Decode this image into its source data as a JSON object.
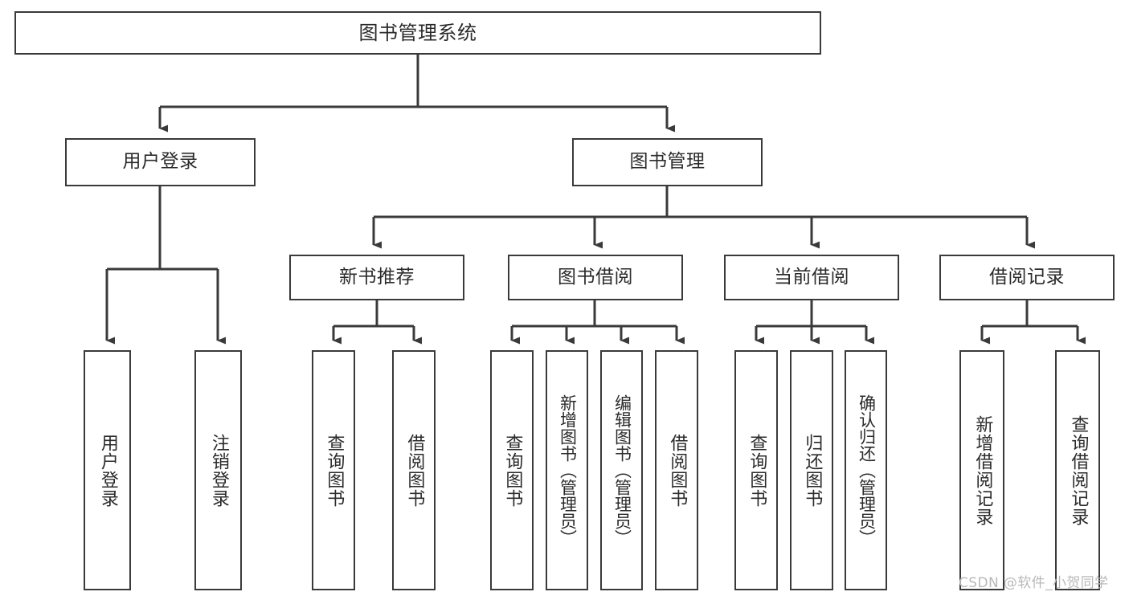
{
  "diagram": {
    "title": "图书管理系统",
    "type": "tree-hierarchy-chart",
    "watermark": "CSDN @软件_小贺同学",
    "stroke_color": "#3a3a3a",
    "text_color": "#2b2b2b",
    "background_color": "#ffffff",
    "root": {
      "label": "图书管理系统"
    },
    "level2": [
      {
        "label": "用户登录"
      },
      {
        "label": "图书管理"
      }
    ],
    "level3": [
      {
        "label": "新书推荐"
      },
      {
        "label": "图书借阅"
      },
      {
        "label": "当前借阅"
      },
      {
        "label": "借阅记录"
      }
    ],
    "leaves_user_login": [
      {
        "label": "用户登录"
      },
      {
        "label": "注销登录"
      }
    ],
    "leaves_new_book": [
      {
        "label": "查询图书"
      },
      {
        "label": "借阅图书"
      }
    ],
    "leaves_borrow": [
      {
        "label": "查询图书"
      },
      {
        "label": "新增图书（管理员）"
      },
      {
        "label": "编辑图书（管理员）"
      },
      {
        "label": "借阅图书"
      }
    ],
    "leaves_current": [
      {
        "label": "查询图书"
      },
      {
        "label": "归还图书"
      },
      {
        "label": "确认归还（管理员）"
      }
    ],
    "leaves_record": [
      {
        "label": "新增借阅记录"
      },
      {
        "label": "查询借阅记录"
      }
    ]
  }
}
